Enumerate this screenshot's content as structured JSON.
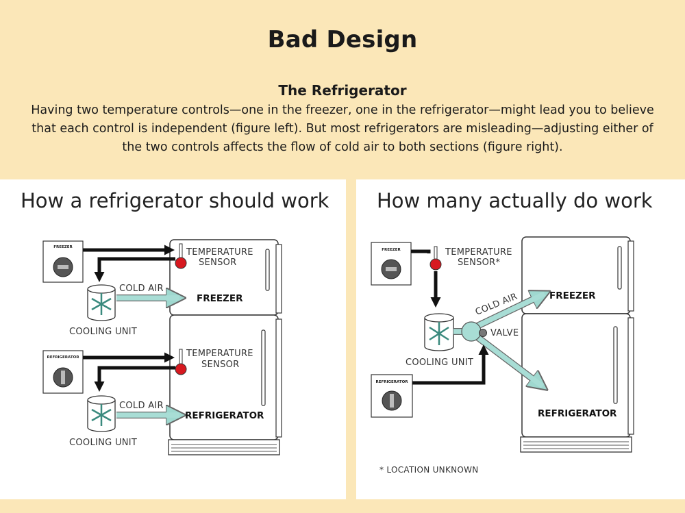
{
  "header": {
    "title": "Bad Design",
    "subtitle": "The Refrigerator",
    "description": "Having two temperature controls—one in the freezer, one in the refrigerator—might lead you to believe that each control is independent (figure left). But most refrigerators are misleading—adjusting either of the two controls affects the flow of cold air to both sections (figure right)."
  },
  "left_panel": {
    "heading": "How a refrigerator should work",
    "top": {
      "dial_label": "FREEZER",
      "sensor_line1": "TEMPERATURE",
      "sensor_line2": "SENSOR",
      "cold_air": "COLD AIR",
      "section": "FREEZER",
      "cooling_unit": "COOLING UNIT"
    },
    "bottom": {
      "dial_label": "REFRIGERATOR",
      "sensor_line1": "TEMPERATURE",
      "sensor_line2": "SENSOR",
      "cold_air": "COLD AIR",
      "section": "REFRIGERATOR",
      "cooling_unit": "COOLING UNIT"
    }
  },
  "right_panel": {
    "heading": "How many actually do work",
    "freezer_dial_label": "FREEZER",
    "refrigerator_dial_label": "REFRIGERATOR",
    "sensor_line1": "TEMPERATURE",
    "sensor_line2": "SENSOR*",
    "cold_air": "COLD AIR",
    "valve": "VALVE",
    "freezer": "FREEZER",
    "refrigerator": "REFRIGERATOR",
    "cooling_unit": "COOLING UNIT",
    "footnote": "* LOCATION UNKNOWN"
  },
  "colors": {
    "background": "#fbe7b8",
    "panel": "#ffffff",
    "air_arrow": "#a8ddd5",
    "sensor_bulb": "#d71920"
  }
}
